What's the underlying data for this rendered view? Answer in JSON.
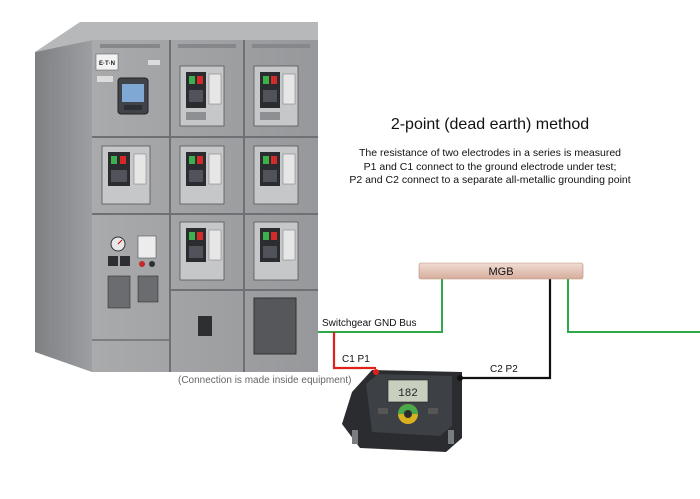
{
  "title": "2-point (dead earth) method",
  "description": [
    "The resistance of two electrodes in a series is measured",
    "P1 and C1 connect to the ground electrode under test;",
    "P2 and C2 connect to a separate all-metallic grounding point"
  ],
  "labels": {
    "mgb": "MGB",
    "switchgear_bus": "Switchgear GND Bus",
    "c1p1": "C1 P1",
    "c2p2": "C2 P2",
    "connection_note": "(Connection is made inside equipment)"
  },
  "equipment": {
    "brand": "E·T·N",
    "tester_reading": "182"
  },
  "colors": {
    "green_wire": "#2ea84a",
    "red_wire": "#e0201b",
    "black_wire": "#111111",
    "mgb_bar": "#e3c4b6",
    "cabinet": "#9b9c9e"
  }
}
